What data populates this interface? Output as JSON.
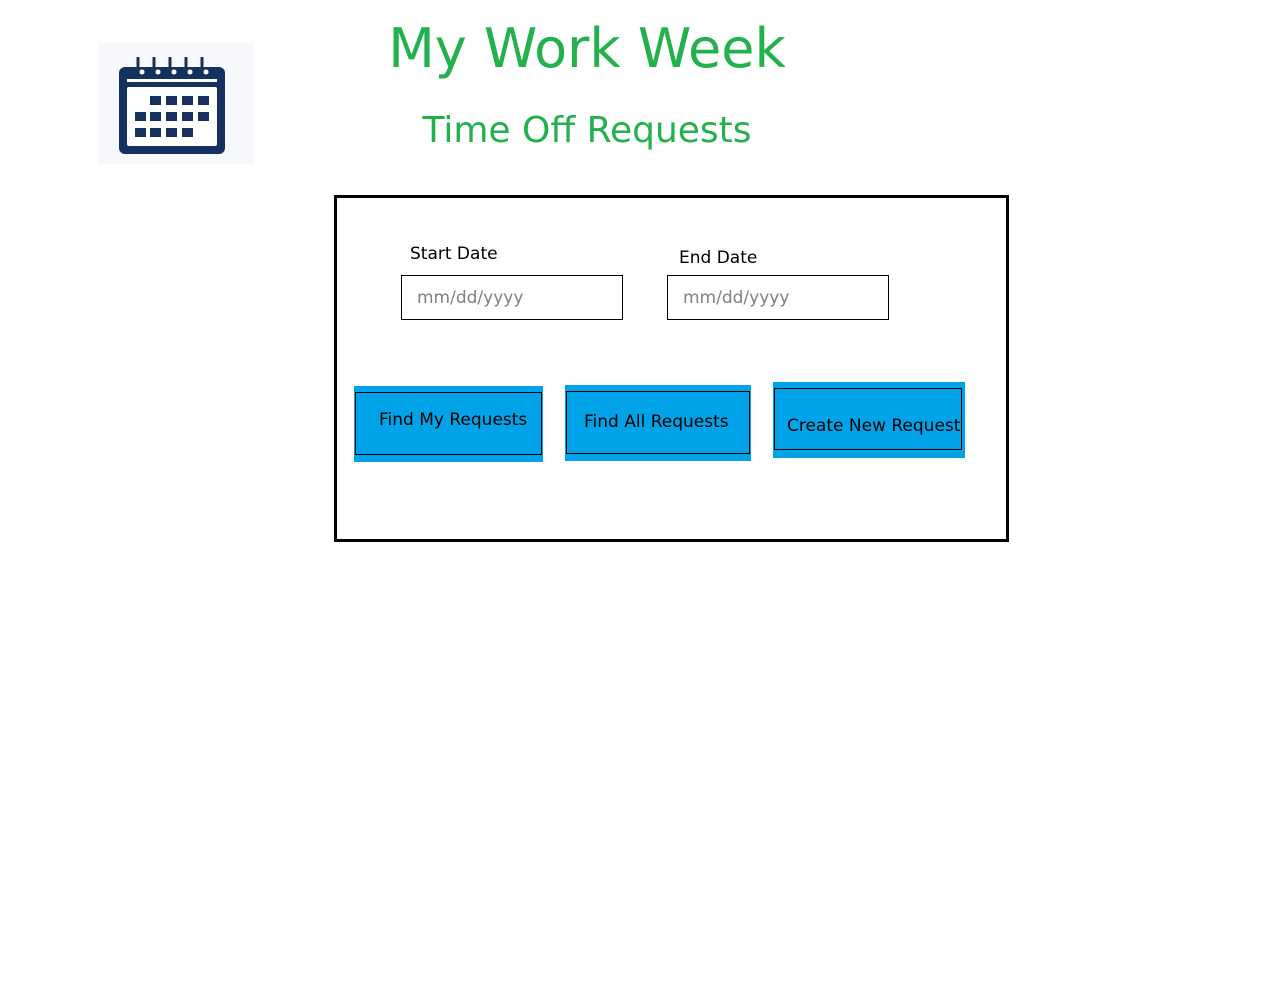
{
  "header": {
    "app_title": "My Work Week",
    "page_subtitle": "Time Off Requests",
    "logo_icon": "calendar-icon"
  },
  "form": {
    "start_date": {
      "label": "Start Date",
      "value": "",
      "placeholder": "mm/dd/yyyy"
    },
    "end_date": {
      "label": "End Date",
      "value": "",
      "placeholder": "mm/dd/yyyy"
    },
    "buttons": {
      "find_my": "Find My Requests",
      "find_all": "Find All Requests",
      "create_new": "Create New Request"
    }
  },
  "colors": {
    "title_green": "#22b14c",
    "button_blue": "#00a2e8",
    "icon_navy": "#15325e"
  }
}
